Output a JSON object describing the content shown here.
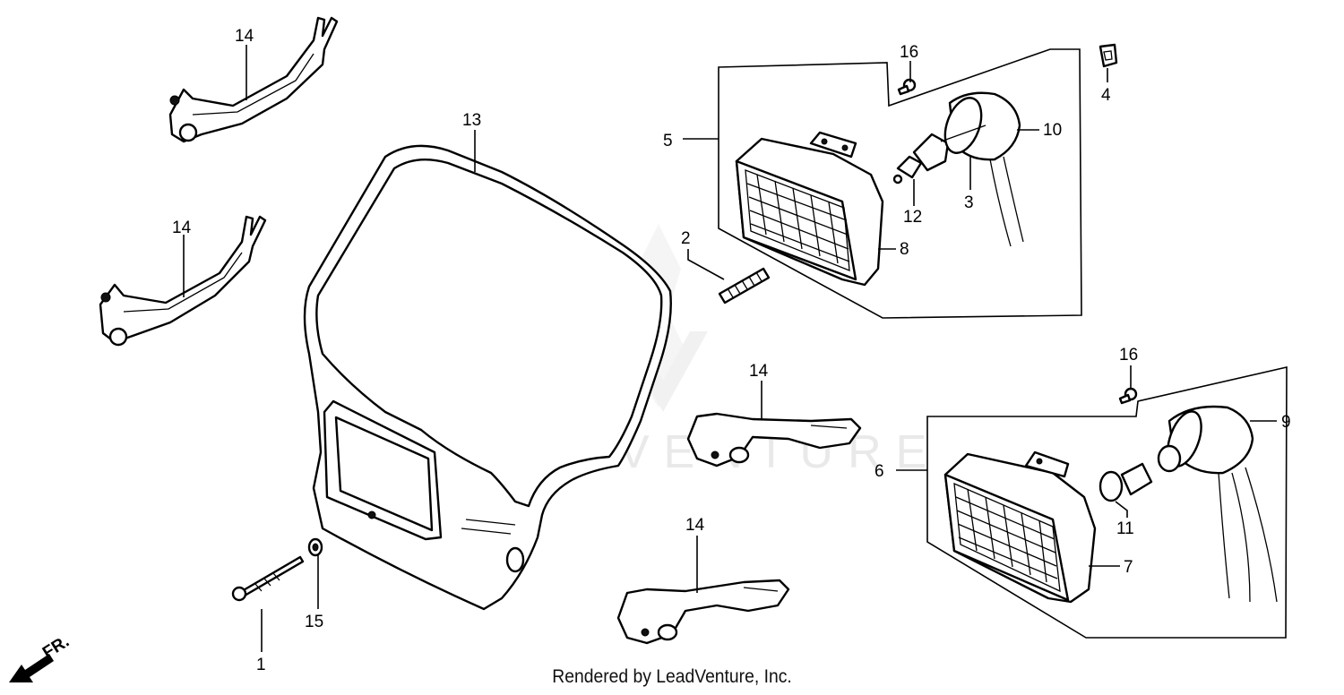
{
  "watermark": "LEADVENTURE",
  "direction_label": "FR.",
  "footer": "Rendered by LeadVenture, Inc.",
  "callouts": {
    "c1": "1",
    "c2": "2",
    "c3": "3",
    "c4": "4",
    "c5": "5",
    "c6": "6",
    "c7": "7",
    "c8": "8",
    "c9": "9",
    "c10": "10",
    "c11": "11",
    "c12": "12",
    "c13": "13",
    "c14a": "14",
    "c14b": "14",
    "c14c": "14",
    "c14d": "14",
    "c15": "15",
    "c16a": "16",
    "c16b": "16"
  }
}
